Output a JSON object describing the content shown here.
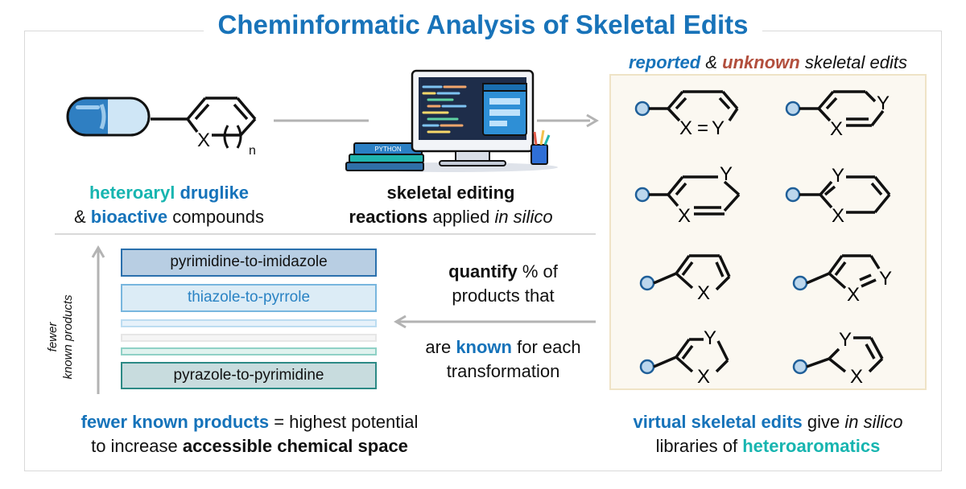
{
  "title": "Cheminformatic Analysis of Skeletal Edits",
  "left": {
    "line1": {
      "teal_word": "heteroaryl",
      "blue_word": "druglike"
    },
    "line2": {
      "amp": "&",
      "blue_word": "bioactive",
      "tail": "compounds"
    },
    "ring_label_x": "X",
    "ring_label_n": "n"
  },
  "middle": {
    "python_label": "PYTHON",
    "line1": "skeletal editing",
    "line2_bold": "reactions",
    "line2_plain": "applied",
    "line2_italic": "in silico"
  },
  "right": {
    "heading": {
      "reported": "reported",
      "amp": "&",
      "unknown": "unknown",
      "tail": "skeletal edits"
    },
    "structures": [
      {
        "x": "X",
        "y": "Y",
        "eq": "="
      },
      {
        "x": "X",
        "y": "Y"
      },
      {
        "x": "X",
        "y": "Y"
      },
      {
        "x": "X",
        "y": "Y"
      },
      {
        "x": "X"
      },
      {
        "x": "X",
        "y": "Y"
      },
      {
        "x": "X",
        "y": "Y"
      },
      {
        "x": "X",
        "y": "Y"
      }
    ],
    "caption1": {
      "blue": "virtual",
      "blue_bold": "skeletal edits",
      "plain": "give",
      "italic": "in silico"
    },
    "caption2": {
      "plain": "libraries of",
      "teal": "heteroaromatics"
    }
  },
  "quantify": {
    "line1_bold": "quantify",
    "line1_plain": "% of",
    "line2": "products that",
    "line3_a": "are",
    "line3_blue": "known",
    "line3_b": "for each",
    "line4": "transformation"
  },
  "ranking": {
    "axis_line1": "fewer",
    "axis_line2": "known products",
    "bars": [
      "pyrimidine-to-imidazole",
      "thiazole-to-pyrrole",
      "pyrazole-to-pyrimidine"
    ],
    "bottom1": {
      "blue": "fewer known products",
      "plain": "= highest potential"
    },
    "bottom2": {
      "plain": "to increase",
      "bold": "accessible chemical space"
    }
  }
}
